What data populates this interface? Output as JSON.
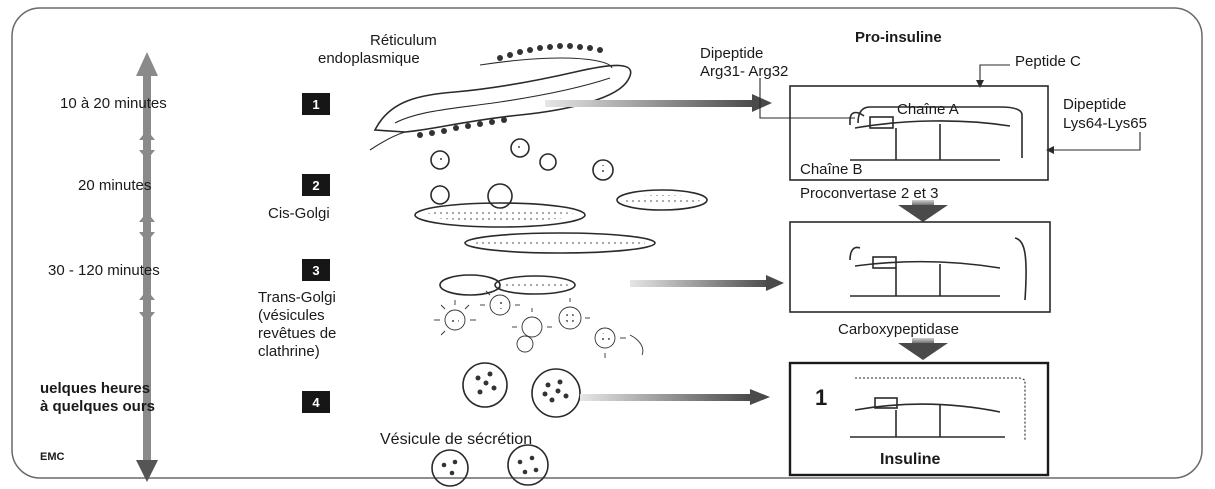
{
  "timeline": {
    "step1": "10 à 20 minutes",
    "step2": "20 minutes",
    "step3": "30 - 120 minutes",
    "step4_line1": "uelques heures",
    "step4_line2": "à quelques  ours"
  },
  "steps": [
    "1",
    "2",
    "3",
    "4"
  ],
  "organelles": {
    "re_line1": "Réticulum",
    "re_line2": "endoplasmique",
    "cis_golgi": "Cis-Golgi",
    "trans_line1": "Trans-Golgi",
    "trans_line2": "(vésicules",
    "trans_line3": "revêtues de",
    "trans_line4": "clathrine)",
    "secretion": "Vésicule de sécrétion"
  },
  "right_labels": {
    "proinsulin": "Pro-insuline",
    "dipeptide_arg_line1": "Dipeptide",
    "dipeptide_arg_line2": "Arg31- Arg32",
    "peptide_c": "Peptide C",
    "dipeptide_lys_line1": "Dipeptide",
    "dipeptide_lys_line2": "Lys64-Lys65",
    "chain_a": "Chaîne  A",
    "chain_b": "Chaîne  B",
    "enzyme1": "Proconvertase 2 et 3",
    "enzyme2": "Carboxypeptidase",
    "insulin": "Insuline",
    "insulin_one": "1"
  },
  "credit": "EMC",
  "colors": {
    "ink": "#1a1a1a",
    "arrow": "#5a5a5a",
    "paper": "#ffffff"
  }
}
